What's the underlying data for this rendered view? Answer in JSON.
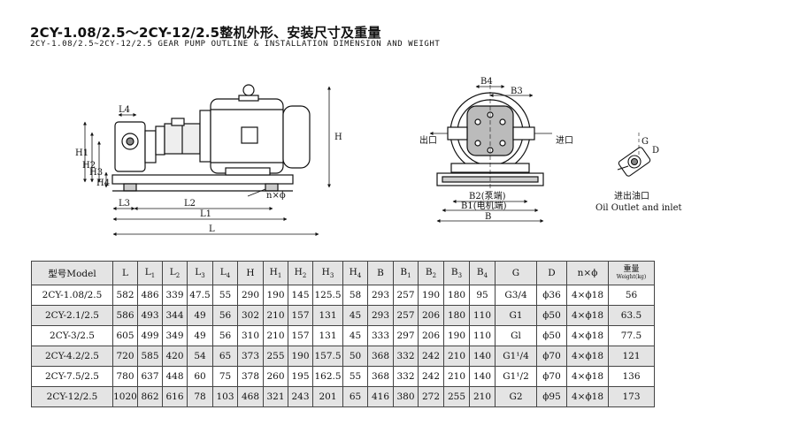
{
  "header": {
    "title": "2CY-1.08/2.5～2CY-12/2.5整机外形、安装尺寸及重量",
    "subtitle": "2CY-1.08/2.5~2CY-12/2.5 GEAR PUMP OUTLINE & INSTALLATION DIMENSION AND WEIGHT"
  },
  "side_view": {
    "L4": "L4",
    "H1": "H1",
    "H2": "H2",
    "H3": "H3",
    "H4": "H4",
    "H": "H",
    "L3": "L3",
    "L2": "L2",
    "L1": "L1",
    "L": "L",
    "nphi": "n×ϕ"
  },
  "front_view": {
    "B4": "B4",
    "B3": "B3",
    "B2": "B2(泵端)",
    "B1": "B1(电机端)",
    "B": "B",
    "outlet": "出口",
    "inlet": "进口"
  },
  "oil_port": {
    "G": "G",
    "D": "D",
    "label_cn": "进出油口",
    "label_en": "Oil Outlet and inlet"
  },
  "table": {
    "headers": [
      "型号Model",
      "L",
      "L1",
      "L2",
      "L3",
      "L4",
      "H",
      "H1",
      "H2",
      "H3",
      "H4",
      "B",
      "B1",
      "B2",
      "B3",
      "B4",
      "G",
      "D",
      "n×ϕ",
      "重量"
    ],
    "weight_sub": "Weight(kg)",
    "rows": [
      [
        "2CY-1.08/2.5",
        "582",
        "486",
        "339",
        "47.5",
        "55",
        "290",
        "190",
        "145",
        "125.5",
        "58",
        "293",
        "257",
        "190",
        "180",
        "95",
        "G3/4",
        "ϕ36",
        "4×ϕ18",
        "56"
      ],
      [
        "2CY-2.1/2.5",
        "586",
        "493",
        "344",
        "49",
        "56",
        "302",
        "210",
        "157",
        "131",
        "45",
        "293",
        "257",
        "206",
        "180",
        "110",
        "G1",
        "ϕ50",
        "4×ϕ18",
        "63.5"
      ],
      [
        "2CY-3/2.5",
        "605",
        "499",
        "349",
        "49",
        "56",
        "310",
        "210",
        "157",
        "131",
        "45",
        "333",
        "297",
        "206",
        "190",
        "110",
        "Gl",
        "ϕ50",
        "4×ϕ18",
        "77.5"
      ],
      [
        "2CY-4.2/2.5",
        "720",
        "585",
        "420",
        "54",
        "65",
        "373",
        "255",
        "190",
        "157.5",
        "50",
        "368",
        "332",
        "242",
        "210",
        "140",
        "G1¹/4",
        "ϕ70",
        "4×ϕ18",
        "121"
      ],
      [
        "2CY-7.5/2.5",
        "780",
        "637",
        "448",
        "60",
        "75",
        "378",
        "260",
        "195",
        "162.5",
        "55",
        "368",
        "332",
        "242",
        "210",
        "140",
        "G1¹/2",
        "ϕ70",
        "4×ϕ18",
        "136"
      ],
      [
        "2CY-12/2.5",
        "1020",
        "862",
        "616",
        "78",
        "103",
        "468",
        "321",
        "243",
        "201",
        "65",
        "416",
        "380",
        "272",
        "255",
        "210",
        "G2",
        "ϕ95",
        "4×ϕ18",
        "173"
      ]
    ]
  }
}
